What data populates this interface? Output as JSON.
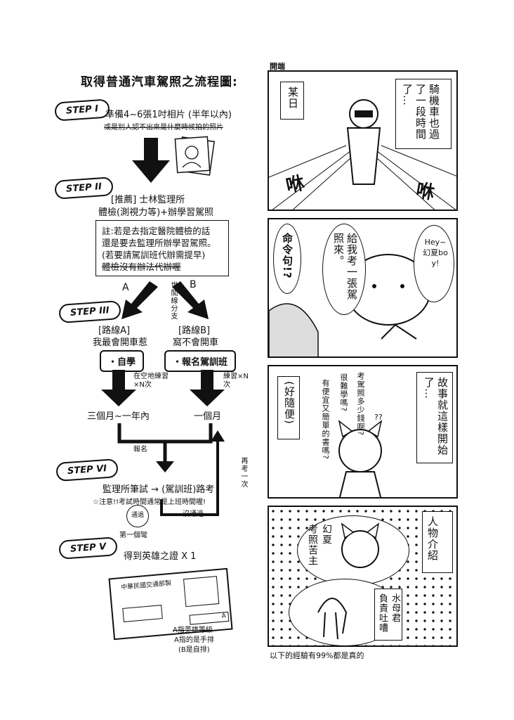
{
  "flowchart": {
    "title": "取得普通汽車駕照之流程圖:",
    "step1": {
      "badge": "STEP I",
      "text": "準備4~6張1吋相片 (半年以內)",
      "note": "或是別人認不出來是什麼時候拍的照片"
    },
    "step2": {
      "badge": "STEP II",
      "line1": "[推薦] 士林監理所",
      "line2": "體檢(測視力等)+辦學習駕照"
    },
    "note_box": {
      "line1": "註:若是去指定醫院體檢的話",
      "line2": "還是要去監理所辦學習駕照。",
      "line3": "(若要請駕訓班代辦需提早)",
      "line4": "體檢沒有辦法代辦喔"
    },
    "fork": {
      "label_a": "A",
      "label_b": "B",
      "split_note": "世間線分支"
    },
    "step3": {
      "badge": "STEP III",
      "route_a_tag": "[路線A]",
      "route_a_desc": "我最會開車惹",
      "route_b_tag": "[路線B]",
      "route_b_desc": "窩不會開車",
      "route_a_button": "・自學",
      "route_b_button": "・報名駕訓班",
      "route_a_practice": "在空地練習×N次",
      "route_b_practice": "練習×N次",
      "route_a_time": "三個月~一年內",
      "route_b_time": "一個月"
    },
    "signup_note": "報名",
    "retry_note": "再考一次",
    "step4": {
      "badge": "STEP VI",
      "text": "監理所筆試 → (駕訓班)路考",
      "warning": "☆注意!!考試時間通常是上班時間喔!",
      "fail_note": "沒通過",
      "pass_note": "通過",
      "pass_sub": "第一個彎"
    },
    "step5": {
      "badge": "STEP V",
      "text": "得到英雄之證 X 1"
    },
    "license_card": {
      "header": "中華民國交通部製",
      "class_label": "A",
      "caption1": "A指英雄等級",
      "caption2": "A指的是手排",
      "caption3": "(B是自排)"
    }
  },
  "comic": {
    "header": "開端",
    "panel1": {
      "box_left": "某日",
      "box_right": "騎機車也過了一段時間了…",
      "sfx_left": "咻",
      "sfx_right": "咻"
    },
    "panel2": {
      "left_text": "命令句!?",
      "middle_bubble": "給我考一張駕照來。",
      "right_bubble": "Hey~幻夏boy!"
    },
    "panel3": {
      "left_box": "(好隨便)",
      "thought1": "考駕照多少錢啊?",
      "thought2": "很難學嗎?",
      "thought3": "有便宜又簡單的書嗎?",
      "thought4": "??",
      "right_box": "故事就這樣開始了…"
    },
    "panel4": {
      "box_right": "人物介紹",
      "char1_name": "幻夏",
      "char1_role": "考照苦主",
      "char2_name": "水母君",
      "char2_role": "負責吐嘈"
    },
    "footer": "以下的經驗有99%都是真的"
  }
}
